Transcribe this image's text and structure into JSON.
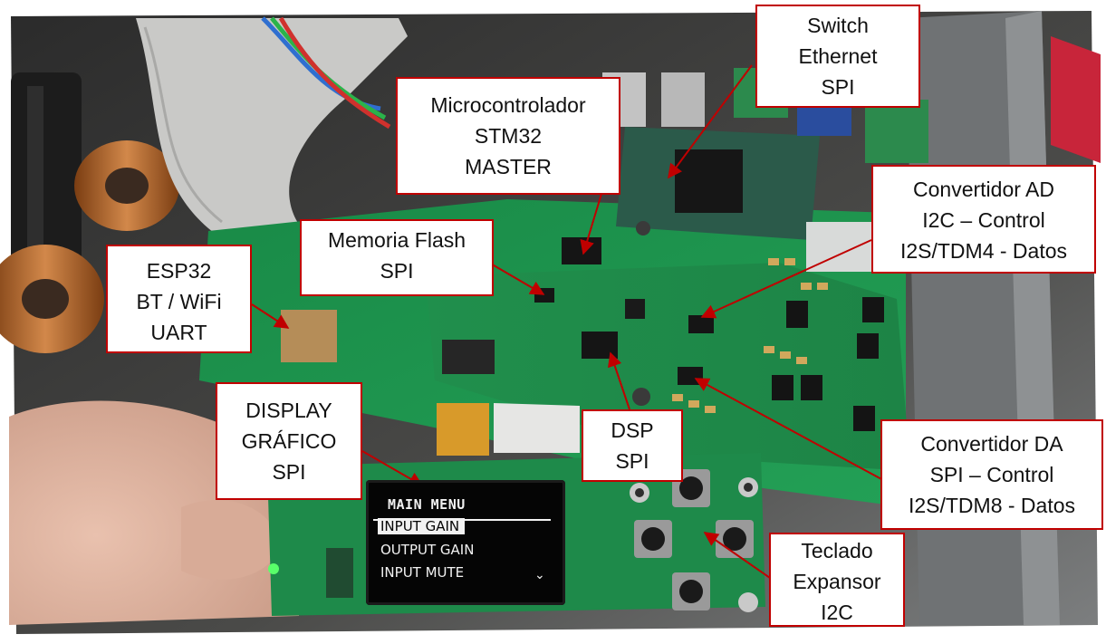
{
  "colors": {
    "label_border": "#c00000",
    "arrow": "#c00000",
    "pcb_green": "#1f8a4c",
    "oled_background": "#050505",
    "oled_text": "#f2f2f2"
  },
  "labels": {
    "switch_ethernet": [
      "Switch",
      "Ethernet",
      "SPI"
    ],
    "microcontrolador": [
      "Microcontrolador",
      "STM32",
      "MASTER"
    ],
    "memoria_flash": [
      "Memoria Flash",
      "SPI"
    ],
    "esp32": [
      "ESP32",
      "BT / WiFi",
      "UART"
    ],
    "convertidor_ad": [
      "Convertidor AD",
      "I2C – Control",
      "I2S/TDM4 - Datos"
    ],
    "convertidor_da": [
      "Convertidor DA",
      "SPI – Control",
      "I2S/TDM8  - Datos"
    ],
    "display": [
      "DISPLAY",
      "GRÁFICO",
      "SPI"
    ],
    "dsp": [
      "DSP",
      "SPI"
    ],
    "teclado": [
      "Teclado",
      "Expansor",
      "I2C"
    ]
  },
  "oled": {
    "title": "MAIN MENU",
    "items": [
      "INPUT GAIN",
      "OUTPUT GAIN",
      "INPUT MUTE"
    ],
    "selected_index": 0,
    "more_icon": "chevron-down-icon"
  },
  "icons": {
    "arrow": "arrow-icon"
  }
}
